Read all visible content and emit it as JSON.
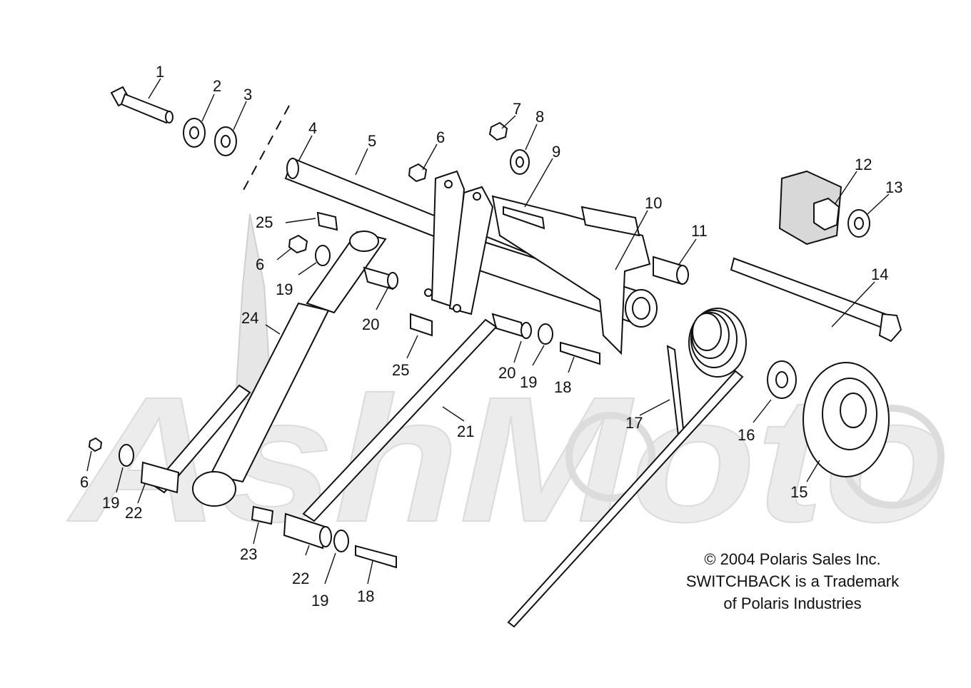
{
  "watermark": {
    "text": "AshMoto"
  },
  "callouts": [
    {
      "id": "c1",
      "label": "1"
    },
    {
      "id": "c2",
      "label": "2"
    },
    {
      "id": "c3",
      "label": "3"
    },
    {
      "id": "c4",
      "label": "4"
    },
    {
      "id": "c5",
      "label": "5"
    },
    {
      "id": "c6a",
      "label": "6"
    },
    {
      "id": "c7",
      "label": "7"
    },
    {
      "id": "c8",
      "label": "8"
    },
    {
      "id": "c9",
      "label": "9"
    },
    {
      "id": "c10",
      "label": "10"
    },
    {
      "id": "c11",
      "label": "11"
    },
    {
      "id": "c12",
      "label": "12"
    },
    {
      "id": "c13",
      "label": "13"
    },
    {
      "id": "c14",
      "label": "14"
    },
    {
      "id": "c25a",
      "label": "25"
    },
    {
      "id": "c6b",
      "label": "6"
    },
    {
      "id": "c19a",
      "label": "19"
    },
    {
      "id": "c20a",
      "label": "20"
    },
    {
      "id": "c24",
      "label": "24"
    },
    {
      "id": "c25b",
      "label": "25"
    },
    {
      "id": "c20b",
      "label": "20"
    },
    {
      "id": "c19b",
      "label": "19"
    },
    {
      "id": "c18a",
      "label": "18"
    },
    {
      "id": "c17",
      "label": "17"
    },
    {
      "id": "c16",
      "label": "16"
    },
    {
      "id": "c21",
      "label": "21"
    },
    {
      "id": "c15",
      "label": "15"
    },
    {
      "id": "c6c",
      "label": "6"
    },
    {
      "id": "c19c",
      "label": "19"
    },
    {
      "id": "c22a",
      "label": "22"
    },
    {
      "id": "c23",
      "label": "23"
    },
    {
      "id": "c22b",
      "label": "22"
    },
    {
      "id": "c19d",
      "label": "19"
    },
    {
      "id": "c18b",
      "label": "18"
    }
  ],
  "copyright": {
    "line1": "© 2004 Polaris Sales Inc.",
    "line2": "SWITCHBACK is a Trademark",
    "line3": "of Polaris Industries"
  }
}
